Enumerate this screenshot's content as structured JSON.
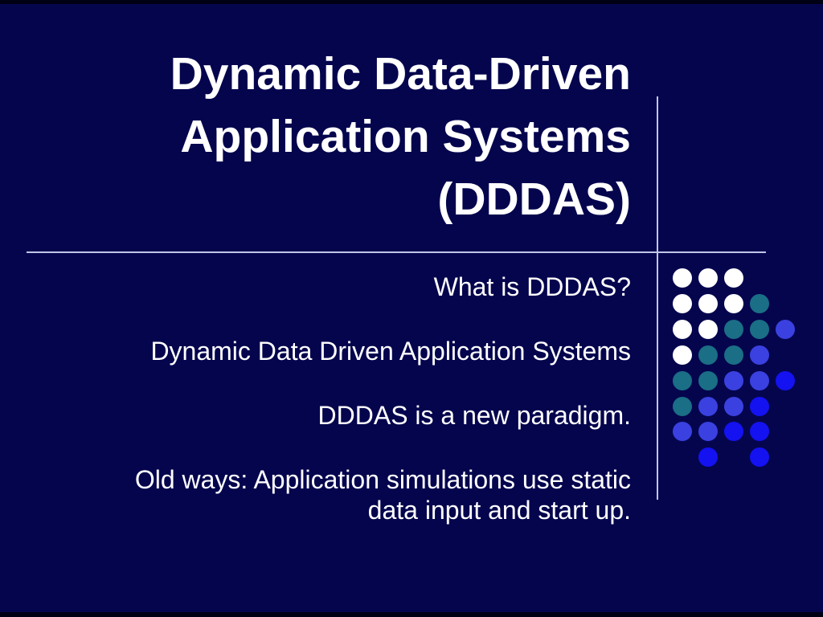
{
  "slide": {
    "title": {
      "lines": [
        "Dynamic Data-Driven",
        "Application Systems",
        "(DDDAS)"
      ]
    },
    "body": {
      "paragraphs": [
        "What is DDDAS?",
        "Dynamic Data Driven Application Systems",
        "DDDAS is a new paradigm.",
        "Old ways: Application simulations use static data input and start up."
      ]
    },
    "colors": {
      "background": "#05054e",
      "text": "#ffffff",
      "divider_line": "#c0c6e8",
      "dots": {
        "white": "#ffffff",
        "teal": "#1a6e85",
        "blue": "#3a41e0",
        "bright": "#1412f0"
      }
    },
    "decor": {
      "dot_grid": {
        "rows": 8,
        "cols": 5,
        "dots": [
          {
            "r": 1,
            "c": 1,
            "color": "white"
          },
          {
            "r": 1,
            "c": 2,
            "color": "white"
          },
          {
            "r": 1,
            "c": 3,
            "color": "white"
          },
          {
            "r": 2,
            "c": 1,
            "color": "white"
          },
          {
            "r": 2,
            "c": 2,
            "color": "white"
          },
          {
            "r": 2,
            "c": 3,
            "color": "white"
          },
          {
            "r": 2,
            "c": 4,
            "color": "teal"
          },
          {
            "r": 3,
            "c": 1,
            "color": "white"
          },
          {
            "r": 3,
            "c": 2,
            "color": "white"
          },
          {
            "r": 3,
            "c": 3,
            "color": "teal"
          },
          {
            "r": 3,
            "c": 4,
            "color": "teal"
          },
          {
            "r": 3,
            "c": 5,
            "color": "blue"
          },
          {
            "r": 4,
            "c": 1,
            "color": "white"
          },
          {
            "r": 4,
            "c": 2,
            "color": "teal"
          },
          {
            "r": 4,
            "c": 3,
            "color": "teal"
          },
          {
            "r": 4,
            "c": 4,
            "color": "blue"
          },
          {
            "r": 5,
            "c": 1,
            "color": "teal"
          },
          {
            "r": 5,
            "c": 2,
            "color": "teal"
          },
          {
            "r": 5,
            "c": 3,
            "color": "blue"
          },
          {
            "r": 5,
            "c": 4,
            "color": "blue"
          },
          {
            "r": 5,
            "c": 5,
            "color": "bright"
          },
          {
            "r": 6,
            "c": 1,
            "color": "teal"
          },
          {
            "r": 6,
            "c": 2,
            "color": "blue"
          },
          {
            "r": 6,
            "c": 3,
            "color": "blue"
          },
          {
            "r": 6,
            "c": 4,
            "color": "bright"
          },
          {
            "r": 7,
            "c": 1,
            "color": "blue"
          },
          {
            "r": 7,
            "c": 2,
            "color": "blue"
          },
          {
            "r": 7,
            "c": 3,
            "color": "bright"
          },
          {
            "r": 7,
            "c": 4,
            "color": "bright"
          },
          {
            "r": 8,
            "c": 2,
            "color": "bright"
          },
          {
            "r": 8,
            "c": 4,
            "color": "bright"
          }
        ]
      }
    }
  }
}
